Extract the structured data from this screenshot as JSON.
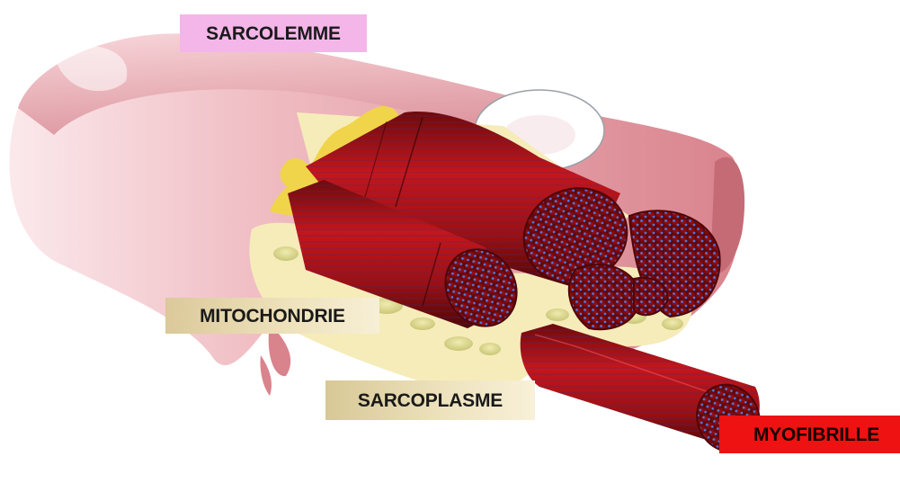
{
  "labels": {
    "sarcolemme": "SARCOLEMME",
    "mitochondrie": "MITOCHONDRIE",
    "sarcoplasme": "SARCOPLASME",
    "myofibrille": "MYOFIBRILLE"
  },
  "colors": {
    "sarcolemme_label": "#f4b6e9",
    "mitochondrie_label": "#e6d8ac",
    "sarcoplasme_label": "#e6d8ac",
    "myofibrille_label": "#ee1212",
    "membrane": "#e9a6ad",
    "myofibril": "#a31317",
    "myofibril_dot": "#4a72d8",
    "sarcoplasm": "#f6ecba",
    "mitochondrion": "#d8d888"
  }
}
